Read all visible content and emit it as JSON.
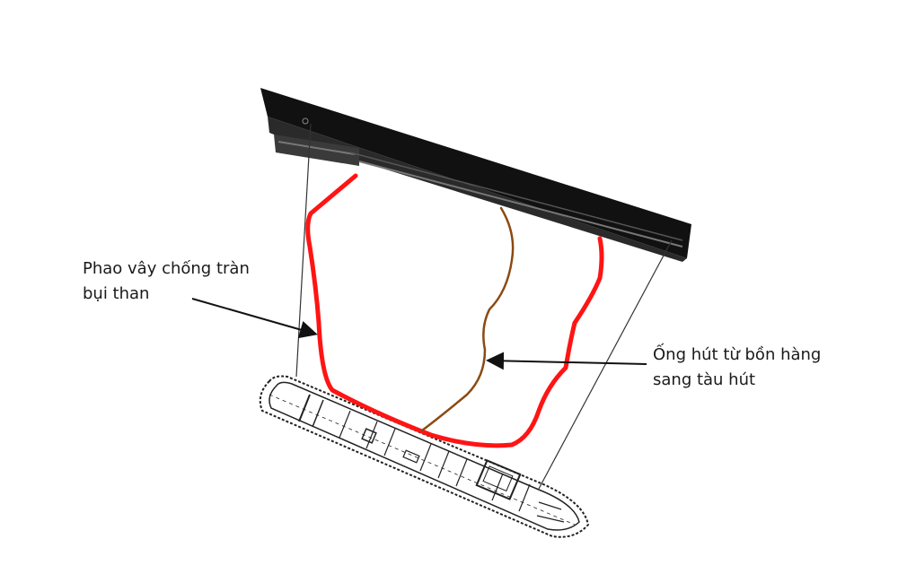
{
  "diagram": {
    "title": "",
    "labels": {
      "boom": {
        "line1": "Phao vây chống tràn",
        "line2": "bụi than"
      },
      "hose": {
        "line1": "Ống hút từ bồn hàng",
        "line2": "sang tàu hút"
      }
    },
    "elements": {
      "barge": "cargo-barge (dark, top, diagonal)",
      "vessel": "suction-vessel (line drawing, bottom, diagonal)",
      "boom_color": "#ff1a1a",
      "hose_color": "#8b4a12",
      "mooring_line_color": "#333333"
    }
  }
}
